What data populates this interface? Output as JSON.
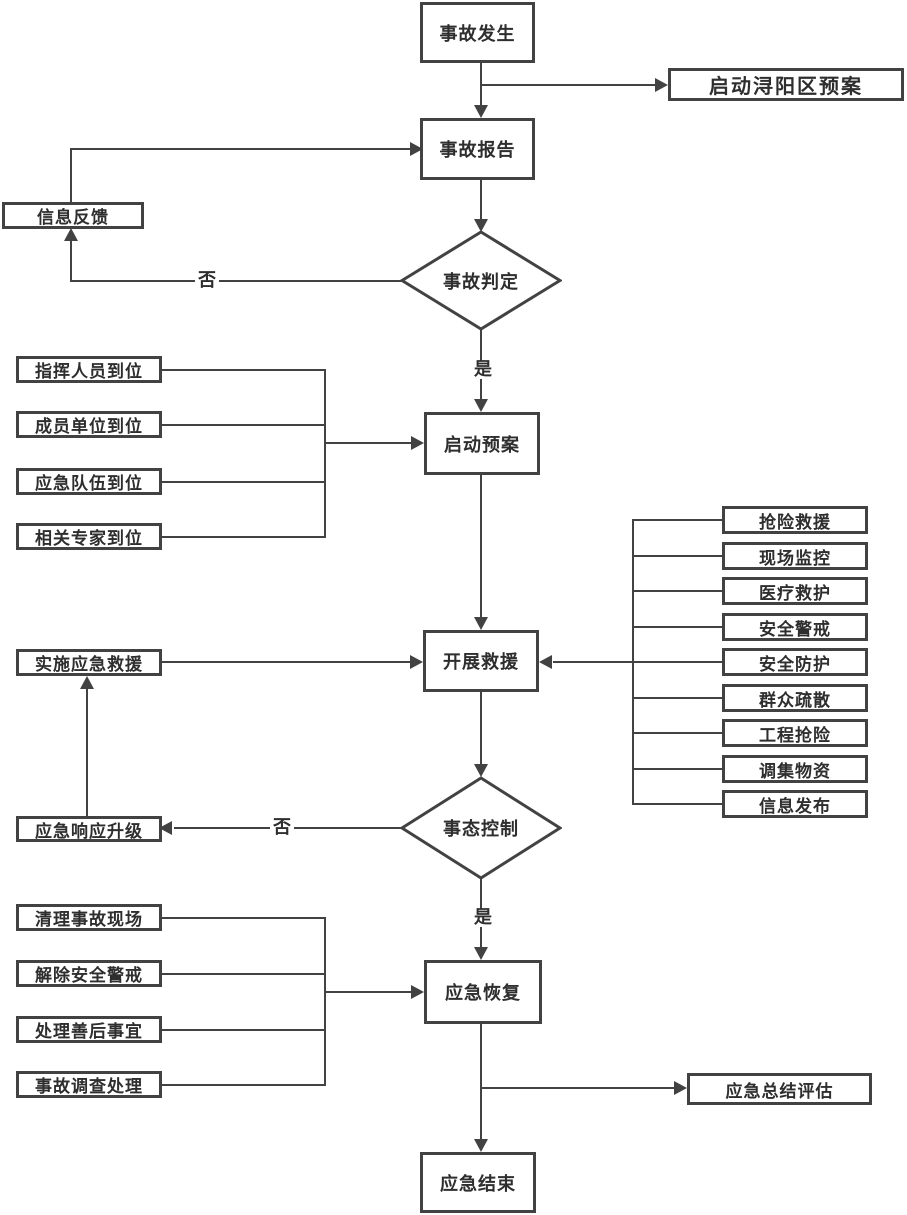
{
  "colors": {
    "line": "#424242",
    "text": "#2e2e2e",
    "background": "#ffffff"
  },
  "nodes": {
    "accident_occur": {
      "label": "事故发生"
    },
    "start_district_plan": {
      "label": "启动浔阳区预案"
    },
    "accident_report": {
      "label": "事故报告"
    },
    "info_feedback": {
      "label": "信息反馈"
    },
    "accident_judgment": {
      "label": "事故判定"
    },
    "start_plan": {
      "label": "启动预案"
    },
    "carry_out_rescue": {
      "label": "开展救援"
    },
    "implement_rescue": {
      "label": "实施应急救援"
    },
    "situation_control": {
      "label": "事态控制"
    },
    "response_upgrade": {
      "label": "应急响应升级"
    },
    "emergency_recovery": {
      "label": "应急恢复"
    },
    "summary_evaluation": {
      "label": "应急总结评估"
    },
    "emergency_end": {
      "label": "应急结束"
    }
  },
  "branch_labels": {
    "no": "否",
    "yes": "是"
  },
  "preparation_items": [
    "指挥人员到位",
    "成员单位到位",
    "应急队伍到位",
    "相关专家到位"
  ],
  "rescue_tasks": [
    "抢险救援",
    "现场监控",
    "医疗救护",
    "安全警戒",
    "安全防护",
    "群众疏散",
    "工程抢险",
    "调集物资",
    "信息发布"
  ],
  "recovery_items": [
    "清理事故现场",
    "解除安全警戒",
    "处理善后事宜",
    "事故调查处理"
  ]
}
